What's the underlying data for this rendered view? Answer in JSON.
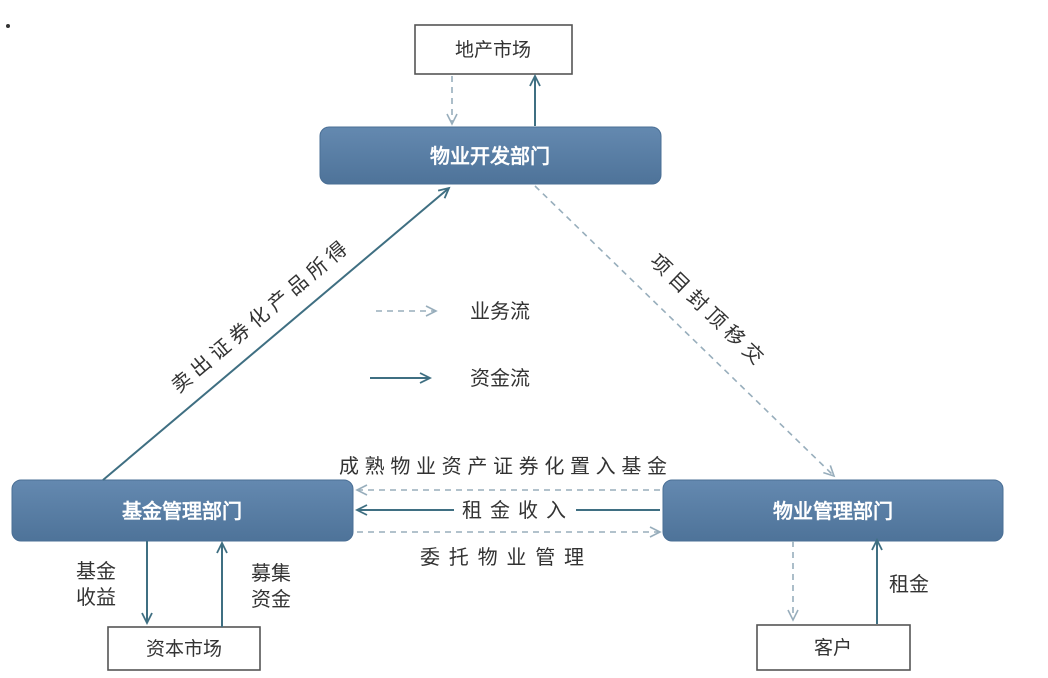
{
  "nodes": {
    "real_estate_market": "地产市场",
    "property_development_dept": "物业开发部门",
    "fund_management_dept": "基金管理部门",
    "property_management_dept": "物业管理部门",
    "capital_market": "资本市场",
    "customer": "客户"
  },
  "legend": {
    "business_flow": "业务流",
    "capital_flow": "资金流"
  },
  "edge_labels": {
    "sale_proceeds": "卖出证券化产品所得",
    "topping_out_handover": "项目封顶移交",
    "securitization_into_fund": "成熟物业资产证券化置入基金",
    "rental_income": "租金收入",
    "entrusted_management": "委托物业管理",
    "fund_return": [
      "基金",
      "收益"
    ],
    "raised_capital": [
      "募集",
      "资金"
    ],
    "rent": "租金"
  },
  "colors": {
    "box_fill": "#6489b0",
    "box_fill_dark": "#4e7399",
    "box_text": "#ffffff",
    "capital_flow": "#3f6f82",
    "business_flow": "#98aebc",
    "label_text": "#333333",
    "outline": "#555555"
  }
}
